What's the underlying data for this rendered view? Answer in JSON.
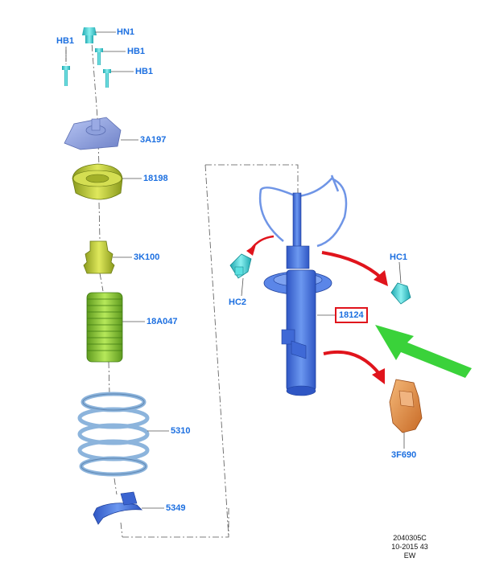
{
  "callouts": {
    "hn1": "HN1",
    "hb1_left": "HB1",
    "hb1_mid": "HB1",
    "hb1_right": "HB1",
    "top_mount": "3A197",
    "bearing": "18198",
    "bump_stop": "3K100",
    "dust_boot": "18A047",
    "coil_spring": "5310",
    "spring_seat": "5349",
    "strut": "18124",
    "clip_hc1": "HC1",
    "clip_hc2": "HC2",
    "bracket": "3F690"
  },
  "footer": {
    "line1": "2040305C",
    "line2": "10-2015 43",
    "line3": "EW"
  },
  "colors": {
    "callout_text": "#1c6fe0",
    "highlight_box": "#e0141c",
    "arrow_red": "#e0141c",
    "arrow_green": "#3ad23a",
    "part_blue": "#4f7fe0",
    "part_green": "#9ccc3a",
    "part_lime": "#b8c93a",
    "part_orange": "#e8944a",
    "part_cyan": "#46d8d8",
    "part_spring": "#a8c8e8"
  }
}
